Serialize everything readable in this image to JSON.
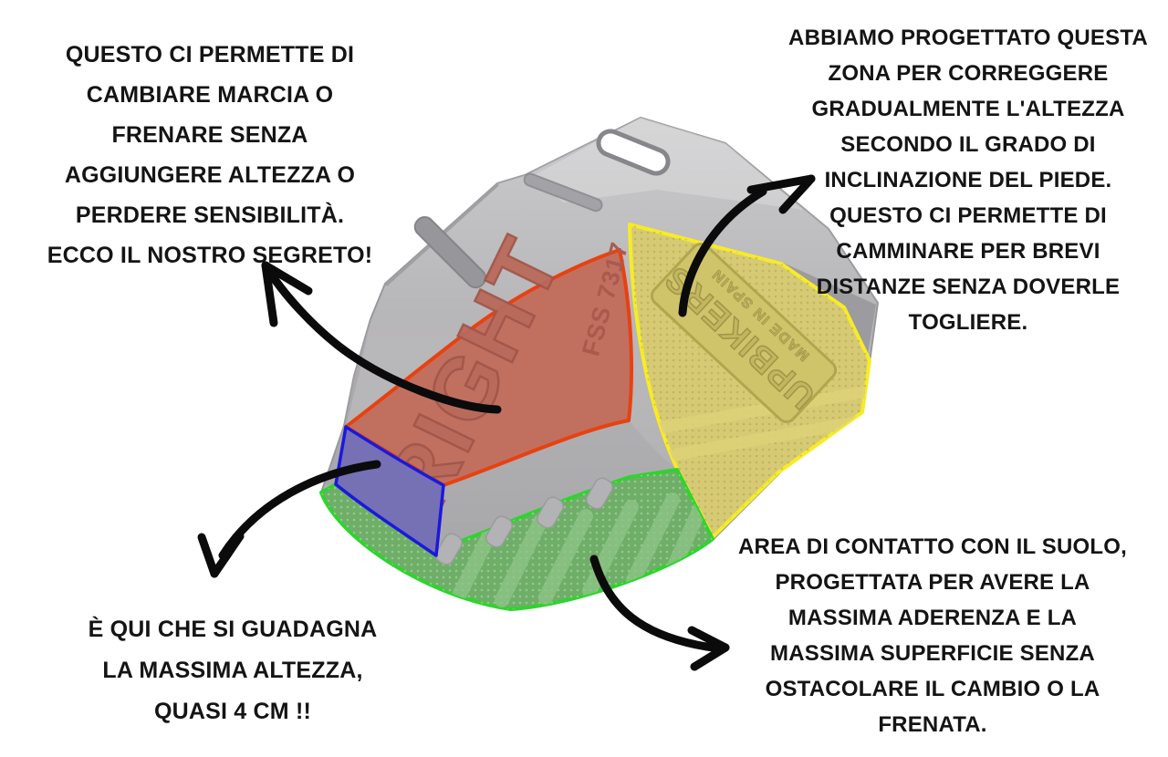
{
  "page": {
    "background": "#ffffff"
  },
  "annotations": {
    "top_left": "QUESTO CI PERMETTE DI\nCAMBIARE MARCIA O\nFRENARE SENZA\nAGGIUNGERE ALTEZZA O\nPERDERE SENSIBILITÀ.\nECCO IL NOSTRO SEGRETO!",
    "top_right": "ABBIAMO PROGETTATO QUESTA\nZONA PER CORREGGERE\nGRADUALMENTE L'ALTEZZA\nSECONDO IL GRADO DI\nINCLINAZIONE DEL PIEDE.\nQUESTO CI PERMETTE DI\nCAMMINARE PER BREVI\nDISTANZE SENZA DOVERLE\nTOGLIERE.",
    "bottom_left": "È QUI CHE SI GUADAGNA\nLA MASSIMA ALTEZZA,\nQUASI 4 CM !!",
    "bottom_right": "AREA DI CONTATTO CON IL SUOLO,\nPROGETTATA PER AVERE LA\nMASSIMA ADERENZA E LA\nMASSIMA SUPERFICIE SENZA\nOSTACOLARE IL CAMBIO O LA\nFRENATA."
  },
  "product": {
    "side_label": "RIGHT",
    "model_code": "FSS 7317",
    "brand": "UPBIKERS",
    "origin": "MADE IN SPAIN",
    "body_color": "#b7b6b8",
    "arrow_color": "#0b0b0b",
    "zones": {
      "red": {
        "fill": "#c1705f",
        "outline": "#e84110"
      },
      "yellow": {
        "fill": "#d6cb74",
        "outline": "#f7ec25"
      },
      "blue": {
        "fill": "#7670b5",
        "outline": "#1b18dd"
      },
      "green": {
        "fill": "#6fae69",
        "outline": "#2fd32f"
      }
    }
  }
}
